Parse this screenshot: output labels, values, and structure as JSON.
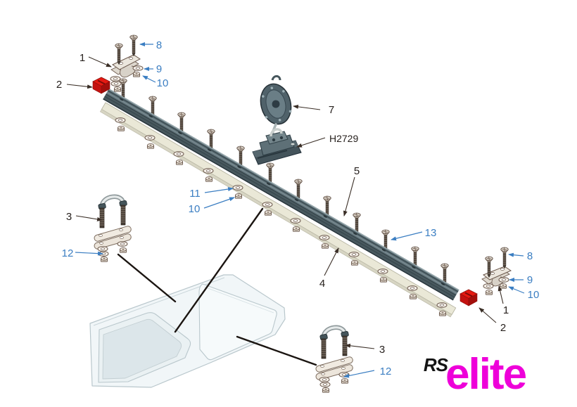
{
  "labels": {
    "n1": "1",
    "n2": "2",
    "n3": "3",
    "n4": "4",
    "n5": "5",
    "n7": "7",
    "n8": "8",
    "n9": "9",
    "n10": "10",
    "n11": "11",
    "n12": "12",
    "n13": "13",
    "part_code": "H2729"
  },
  "logo": {
    "rs": "RS",
    "elite": "elite"
  },
  "colors": {
    "callout_blue": "#3b7ec2",
    "label_black": "#27211e",
    "cap_red": "#e51a12",
    "logo_magenta": "#ee00d9",
    "rail_slate": "#61737a",
    "base_cream": "#eae8d7"
  }
}
